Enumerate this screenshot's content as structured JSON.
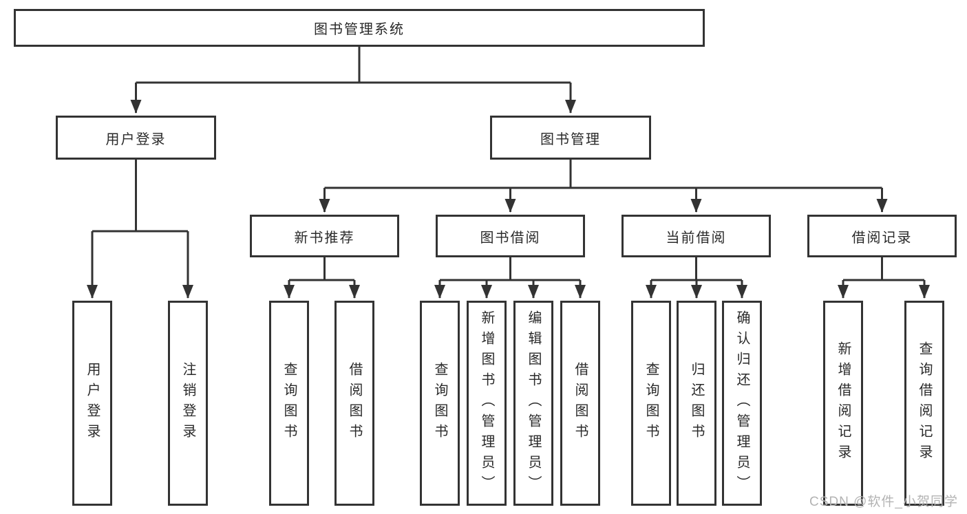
{
  "diagram": {
    "root": "图书管理系统",
    "level2": [
      "用户登录",
      "图书管理"
    ],
    "level3": [
      "新书推荐",
      "图书借阅",
      "当前借阅",
      "借阅记录"
    ],
    "leaves_login": [
      "用户登录",
      "注销登录"
    ],
    "leaves_newbook": [
      "查询图书",
      "借阅图书"
    ],
    "leaves_bookborrow": [
      "查询图书",
      "新增图书（管理员）",
      "编辑图书（管理员）",
      "借阅图书"
    ],
    "leaves_current": [
      "查询图书",
      "归还图书",
      "确认归还（管理员）"
    ],
    "leaves_records": [
      "新增借阅记录",
      "查询借阅记录"
    ]
  },
  "watermark": "CSDN @软件_小贺同学",
  "colors": {
    "line": "#333333",
    "box_border": "#333333",
    "box_fill": "#ffffff",
    "text": "#2a2a2a",
    "watermark": "#b3b3b3"
  }
}
